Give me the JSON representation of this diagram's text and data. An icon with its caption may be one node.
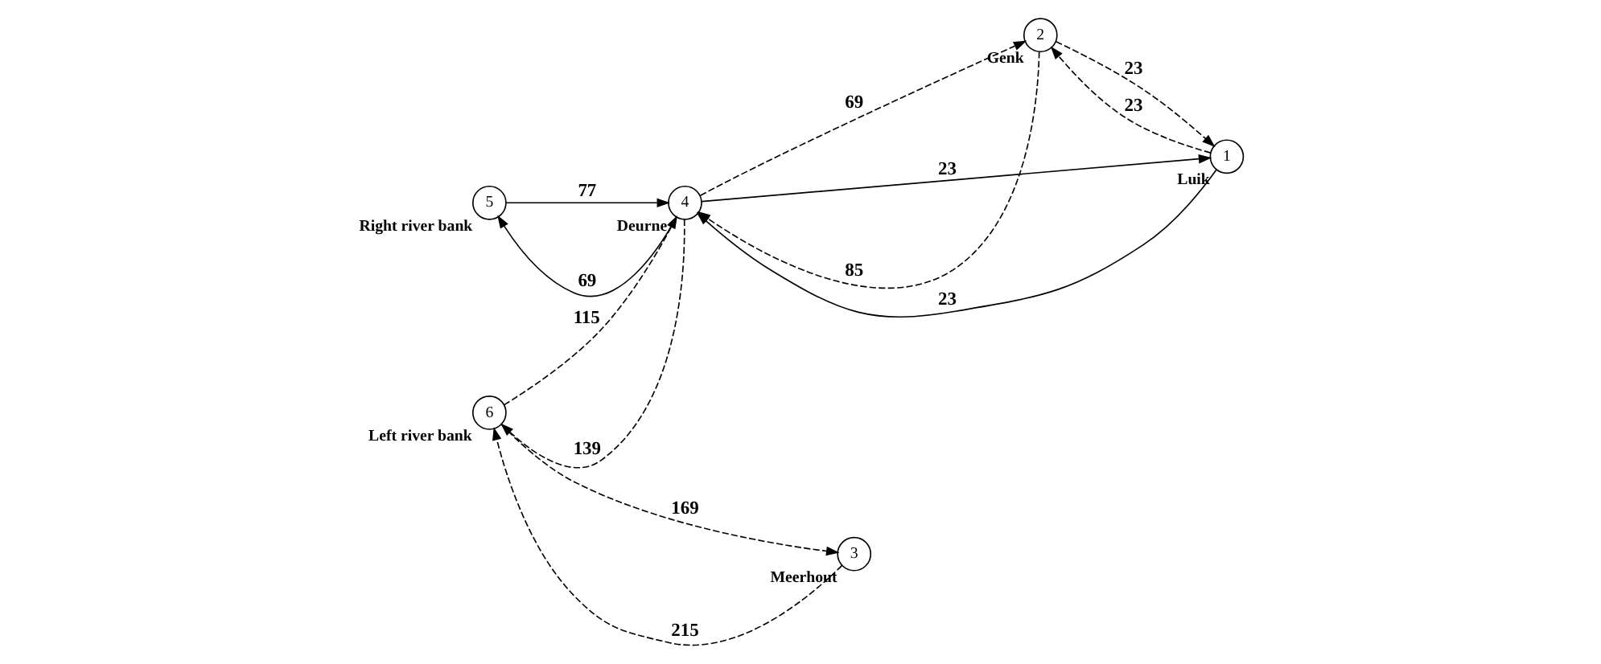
{
  "diagram": {
    "nodes": [
      {
        "text": [
          "5"
        ],
        "beside": [
          "Right river bank"
        ]
      },
      {
        "text": [
          "4"
        ],
        "beside": [
          "Deurne"
        ]
      },
      {
        "text": [
          "3"
        ],
        "beside": [
          "Meerhout"
        ]
      },
      {
        "text": [
          "2"
        ],
        "beside": [
          "Genk"
        ]
      },
      {
        "text": [
          "1"
        ],
        "beside": [
          "Luik"
        ]
      },
      {
        "text": [
          "6"
        ],
        "beside": [
          "Left river bank"
        ]
      }
    ],
    "edges": [
      {
        "from": 1,
        "to": 0,
        "arrow": "to",
        "label": "69"
      },
      {
        "from": 0,
        "to": 1,
        "arrow": "to",
        "label": "77"
      },
      {
        "from": 4,
        "to": 1,
        "arrow": "to",
        "label": "23"
      },
      {
        "from": 3,
        "to": 1,
        "arrow": "to",
        "label": "85",
        "style": "dashed"
      },
      {
        "from": 4,
        "to": 3,
        "arrow": "to",
        "label": "23",
        "style": "dashed"
      },
      {
        "from": 3,
        "to": 4,
        "arrow": "to",
        "label": "23",
        "style": "dashed"
      },
      {
        "from": 1,
        "to": 3,
        "arrow": "to",
        "label": "69",
        "style": "dashed"
      },
      {
        "from": 1,
        "to": 4,
        "arrow": "to",
        "label": "23"
      },
      {
        "from": 1,
        "to": 5,
        "arrow": "to",
        "label": "139",
        "style": "dashed"
      },
      {
        "from": 5,
        "to": 1,
        "arrow": "to",
        "label": "115",
        "style": "dashed"
      },
      {
        "from": 2,
        "to": 5,
        "arrow": "to",
        "label": "215",
        "style": "dashed"
      },
      {
        "from": 5,
        "to": 2,
        "arrow": "to",
        "label": "169",
        "style": "dashed"
      }
    ]
  }
}
